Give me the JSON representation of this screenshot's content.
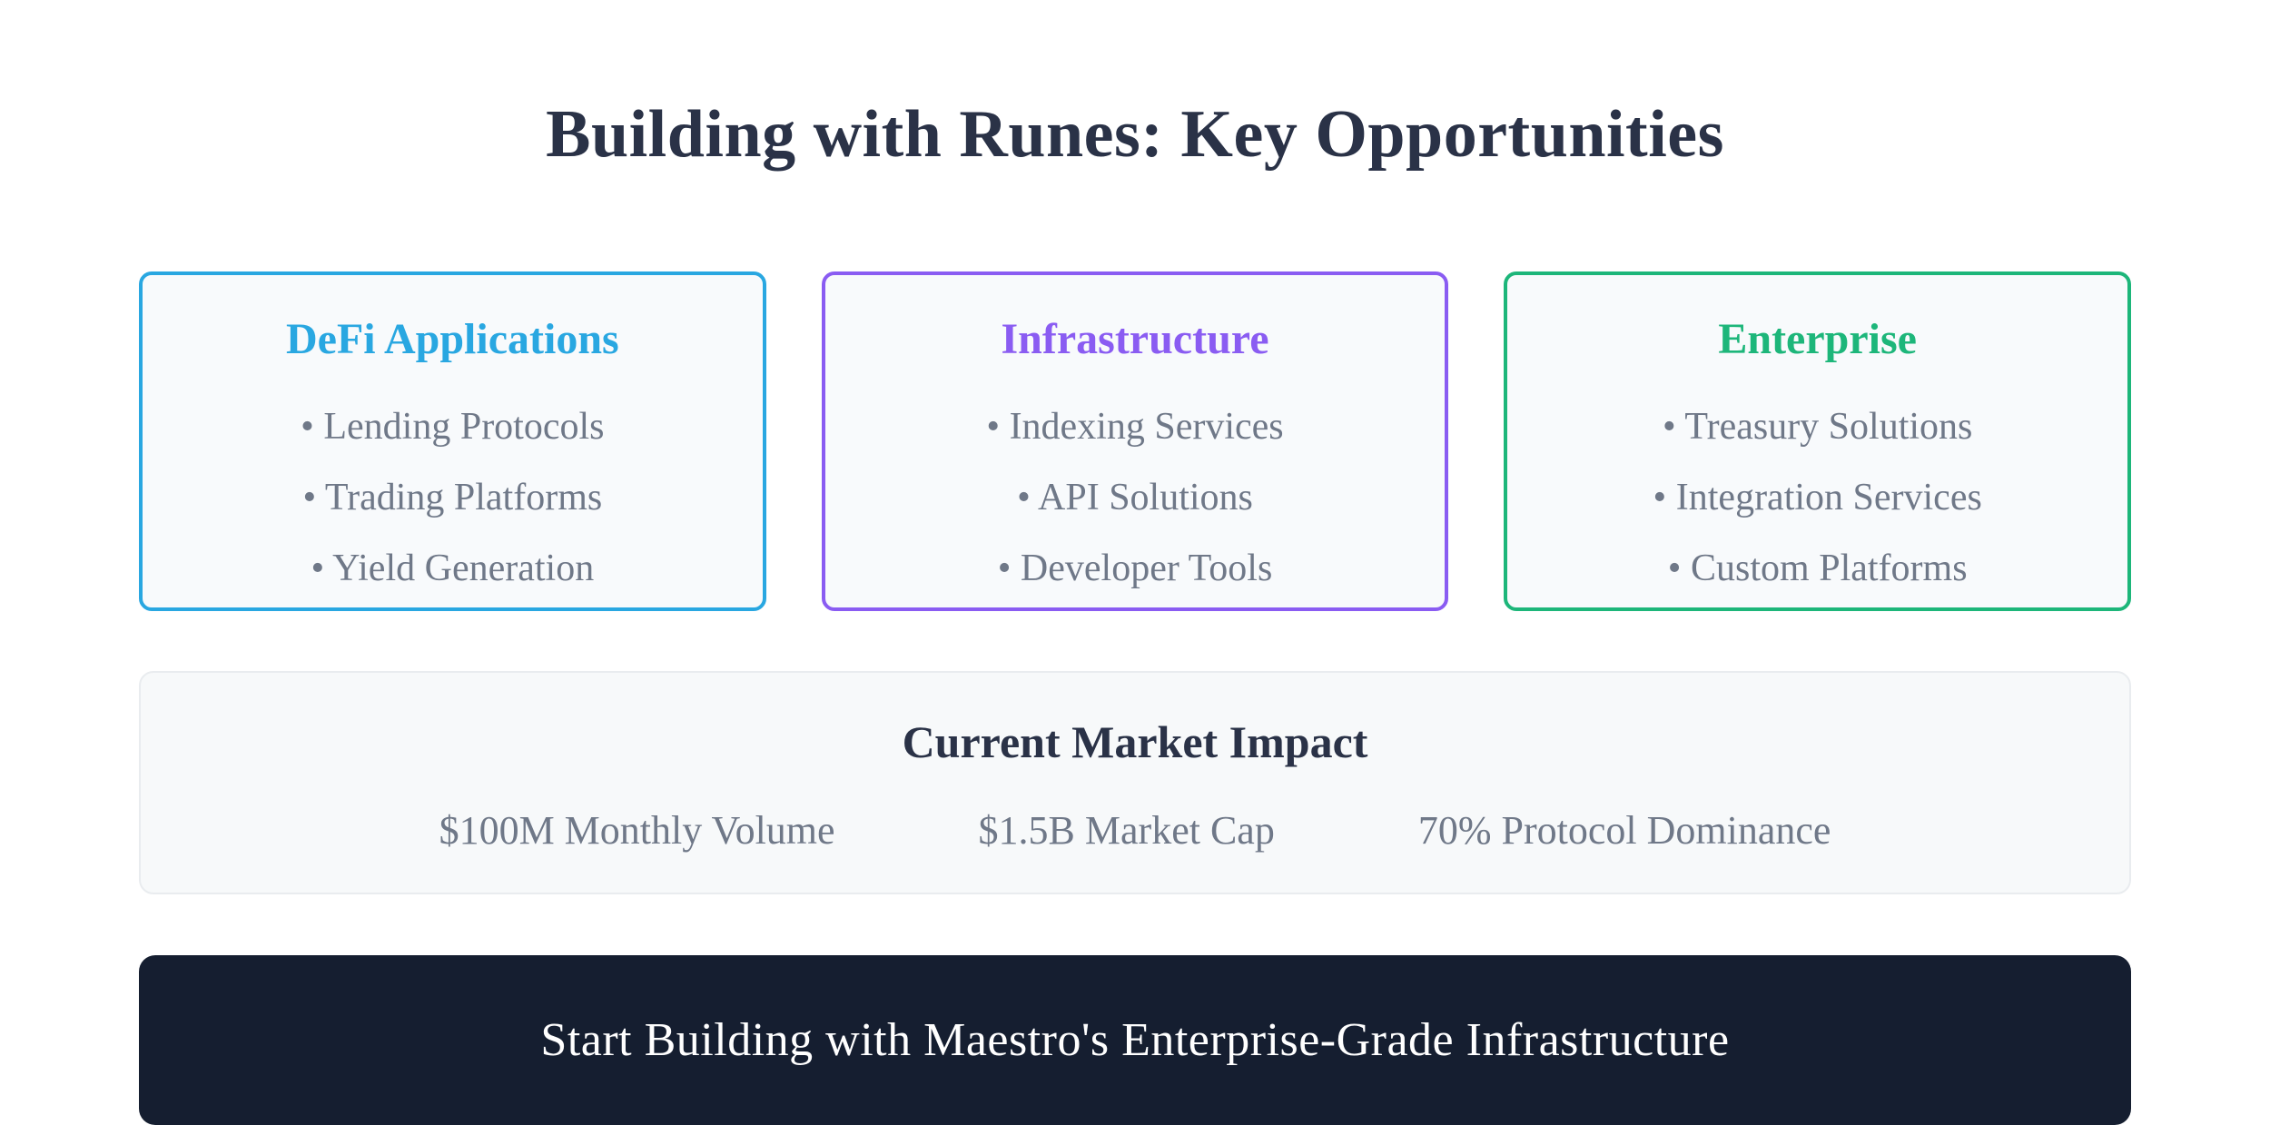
{
  "page": {
    "title": "Building with Runes: Key Opportunities",
    "title_color": "#2a3247",
    "background": "#ffffff"
  },
  "bullet_char": "•",
  "cards": [
    {
      "title": "DeFi Applications",
      "accent": "#29a7e1",
      "items": [
        "Lending Protocols",
        "Trading Platforms",
        "Yield Generation"
      ]
    },
    {
      "title": "Infrastructure",
      "accent": "#8a5cf2",
      "items": [
        "Indexing Services",
        "API Solutions",
        "Developer Tools"
      ]
    },
    {
      "title": "Enterprise",
      "accent": "#1db67a",
      "items": [
        "Treasury Solutions",
        "Integration Services",
        "Custom Platforms"
      ]
    }
  ],
  "market_impact": {
    "title": "Current Market Impact",
    "title_color": "#2a3247",
    "stats": [
      "$100M Monthly Volume",
      "$1.5B Market Cap",
      "70% Protocol Dominance"
    ]
  },
  "cta": {
    "label": "Start Building with Maestro's Enterprise-Grade Infrastructure",
    "background": "#151e30",
    "text_color": "#ffffff"
  }
}
